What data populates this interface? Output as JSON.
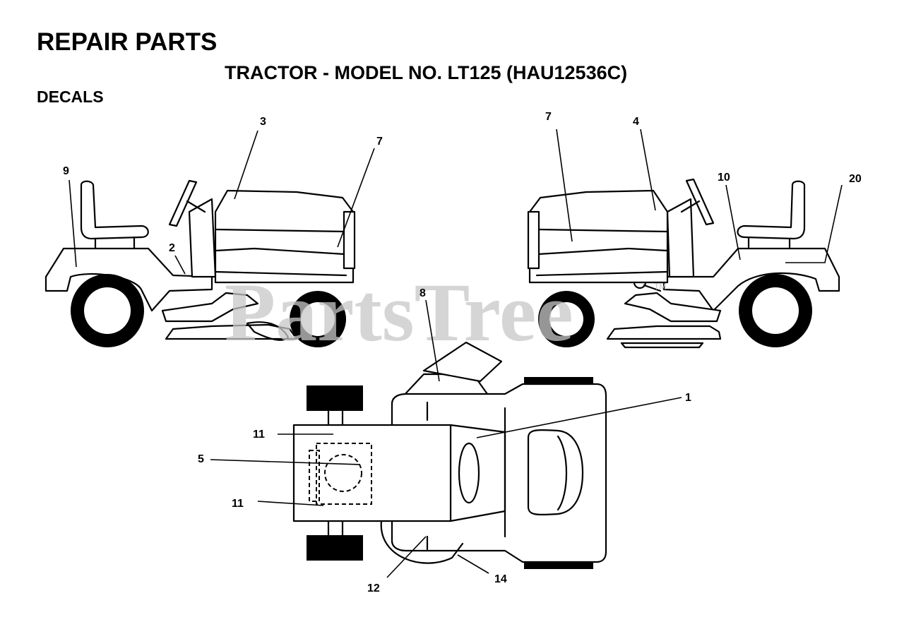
{
  "header": {
    "title": "REPAIR PARTS",
    "subtitle": "TRACTOR - MODEL NO. LT125 (HAU12536C)",
    "section": "DECALS"
  },
  "watermark": {
    "text": "PartsTree",
    "trademark": "TM"
  },
  "callouts": {
    "c1": "1",
    "c2": "2",
    "c3": "3",
    "c4": "4",
    "c5": "5",
    "c7a": "7",
    "c7b": "7",
    "c8": "8",
    "c9": "9",
    "c10": "10",
    "c11a": "11",
    "c11b": "11",
    "c12": "12",
    "c14": "14",
    "c20": "20"
  }
}
